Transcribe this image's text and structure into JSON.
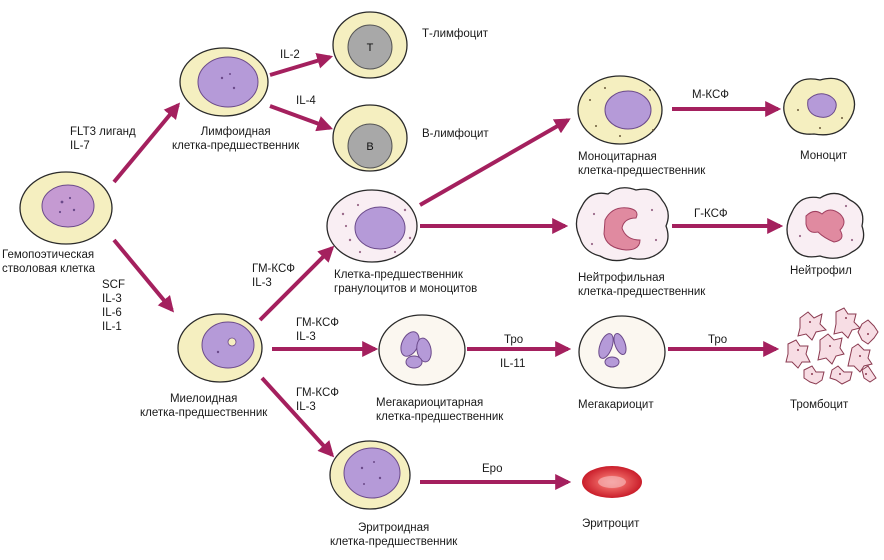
{
  "cells": {
    "hsc": "Гемопоэтическая\nстволовая клетка",
    "lymphoid": "Лимфоидная\nклетка-предшественник",
    "t_cell": "Т-лимфоцит",
    "t_cell_mark": "T",
    "b_cell": "В-лимфоцит",
    "b_cell_mark": "B",
    "myeloid": "Миелоидная\nклетка-предшественник",
    "gm_progenitor": "Клетка-предшественник\nгранулоцитов и моноцитов",
    "mono_progenitor": "Моноцитарная\nклетка-предшественник",
    "monocyte": "Моноцит",
    "neutro_progenitor": "Нейтрофильная\nклетка-предшественник",
    "neutrophil": "Нейтрофил",
    "mk_progenitor": "Мегакариоцитарная\nклетка-предшественник",
    "megakaryocyte": "Мегакариоцит",
    "platelet": "Тромбоцит",
    "erythroid": "Эритроидная\nклетка-предшественник",
    "erythrocyte": "Эритроцит"
  },
  "cytokines": {
    "flt3": "FLT3 лиганд\nIL-7",
    "il2": "IL-2",
    "il4": "IL-4",
    "scf": "SCF\nIL-3\nIL-6\nIL-1",
    "gm1": "ГМ-КСФ\nIL-3",
    "gm2": "ГМ-КСФ\nIL-3",
    "gm3": "ГМ-КСФ\nIL-3",
    "mcsf": "М-КСФ",
    "gcsf": "Г-КСФ",
    "tpo1": "Тро",
    "il11": "IL-11",
    "tpo2": "Тро",
    "epo": "Еро"
  },
  "colors": {
    "arrow": "#a4205e",
    "cytoplasm": "#f5efc0",
    "cell_outline": "#2a2a2a",
    "nucleus": "#b79bd4",
    "lymph_nucleus": "#a8a8a8",
    "granulocyte_body": "#f9eef3",
    "neutro_nucleus": "#e08aa0",
    "erythrocyte": "#e0303a"
  }
}
